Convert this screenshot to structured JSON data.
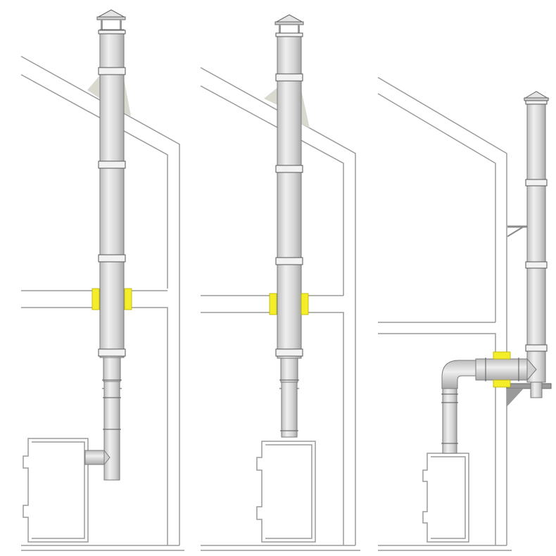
{
  "diagram": {
    "kind": "chimney-installation-variants",
    "panels": [
      {
        "id": "internal-chimney-side-connection",
        "flashing": true,
        "ceiling_pass_through": true,
        "boiler_connection": "side-tee"
      },
      {
        "id": "internal-chimney-top-connection",
        "flashing": true,
        "ceiling_pass_through": true,
        "boiler_connection": "top-vertical"
      },
      {
        "id": "external-chimney-wall-pass-through",
        "flashing": false,
        "wall_pass_through": true,
        "wall_bracket": true,
        "boiler_connection": "elbow-horizontal"
      }
    ],
    "colors": {
      "pipe_fill": "#d8d8d8",
      "pipe_stroke": "#7a7a7a",
      "band_fill": "#f2f2f2",
      "band_stroke": "#555555",
      "wall_stroke": "#9a9a9a",
      "flashing": "#d9d9d0",
      "pass_through": "#f4ee2a",
      "bracket": "#8a8a8a"
    }
  }
}
